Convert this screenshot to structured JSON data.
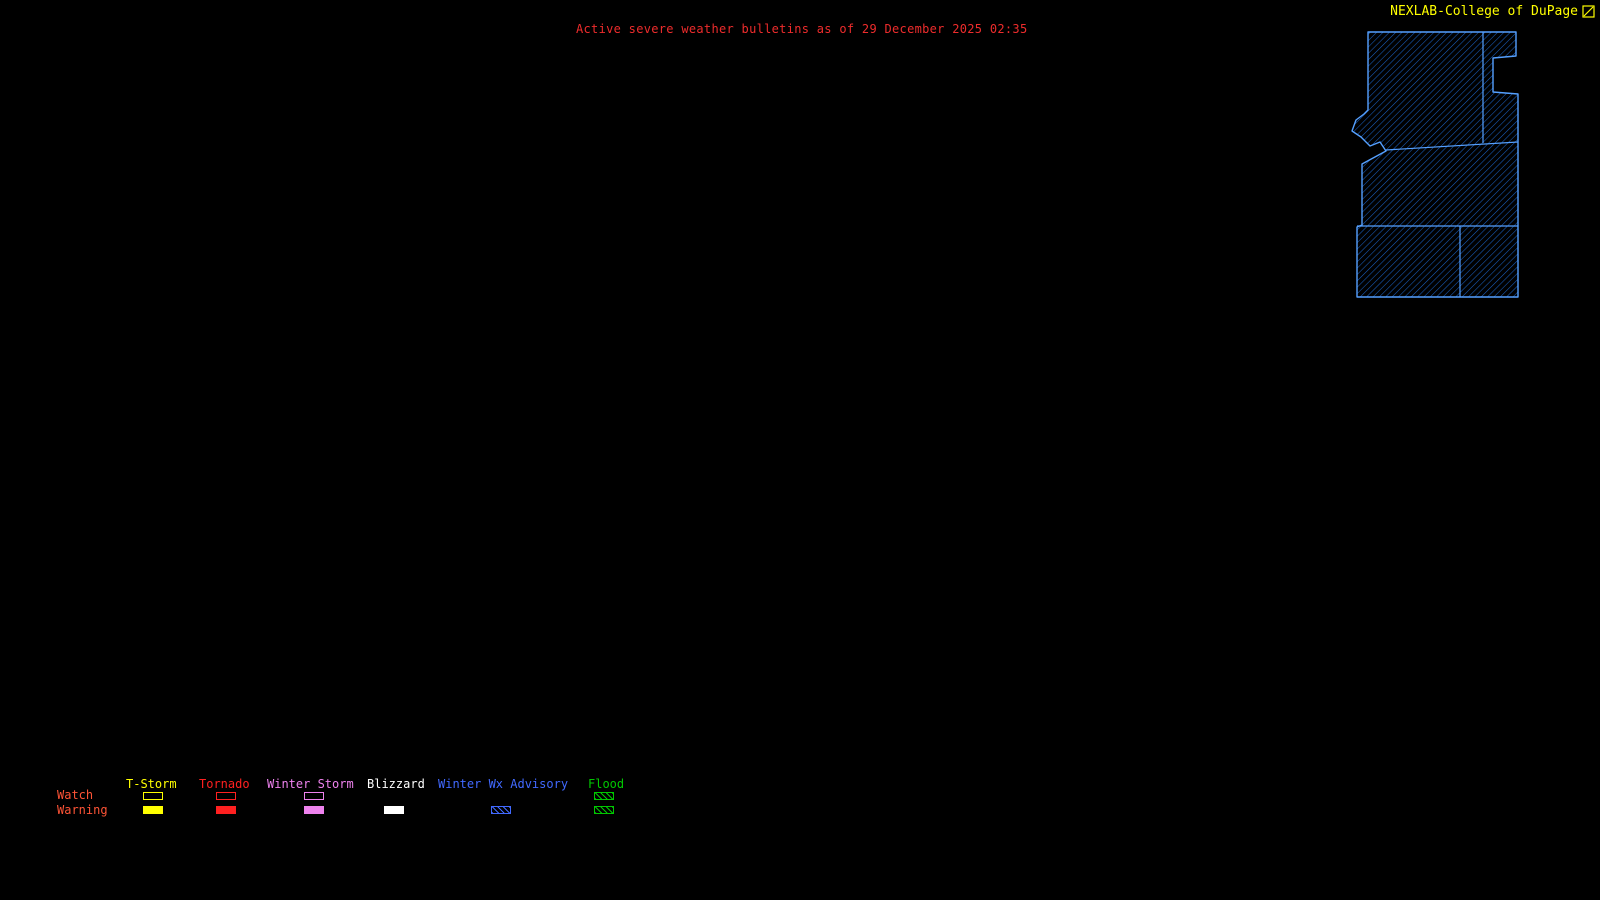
{
  "header": {
    "bulletin": "Active severe weather bulletins as of 29 December 2025 02:35",
    "brand": "NEXLAB-College of DuPage"
  },
  "colors": {
    "background": "#000000",
    "bulletin_text": "#ee2c2c",
    "brand_text": "#ffff00",
    "row_label_text": "#ff5436",
    "map_outline": "#55a0ff",
    "map_hatch": "#1a5fbf"
  },
  "legend": {
    "watch_label": "Watch",
    "warning_label": "Warning",
    "columns": [
      {
        "label": "T-Storm",
        "color": "#ffff00",
        "watch": "outline",
        "warning": "fill"
      },
      {
        "label": "Tornado",
        "color": "#ff2020",
        "watch": "outline",
        "warning": "fill"
      },
      {
        "label": "Winter Storm",
        "color": "#ee82ee",
        "watch": "outline",
        "warning": "fill"
      },
      {
        "label": "Blizzard",
        "color": "#ffffff",
        "watch": "none",
        "warning": "fill"
      },
      {
        "label": "Winter Wx Advisory",
        "color": "#4169ff",
        "watch": "none",
        "warning": "hatch"
      },
      {
        "label": "Flood",
        "color": "#00c800",
        "watch": "hatch",
        "warning": "hatch"
      }
    ]
  }
}
